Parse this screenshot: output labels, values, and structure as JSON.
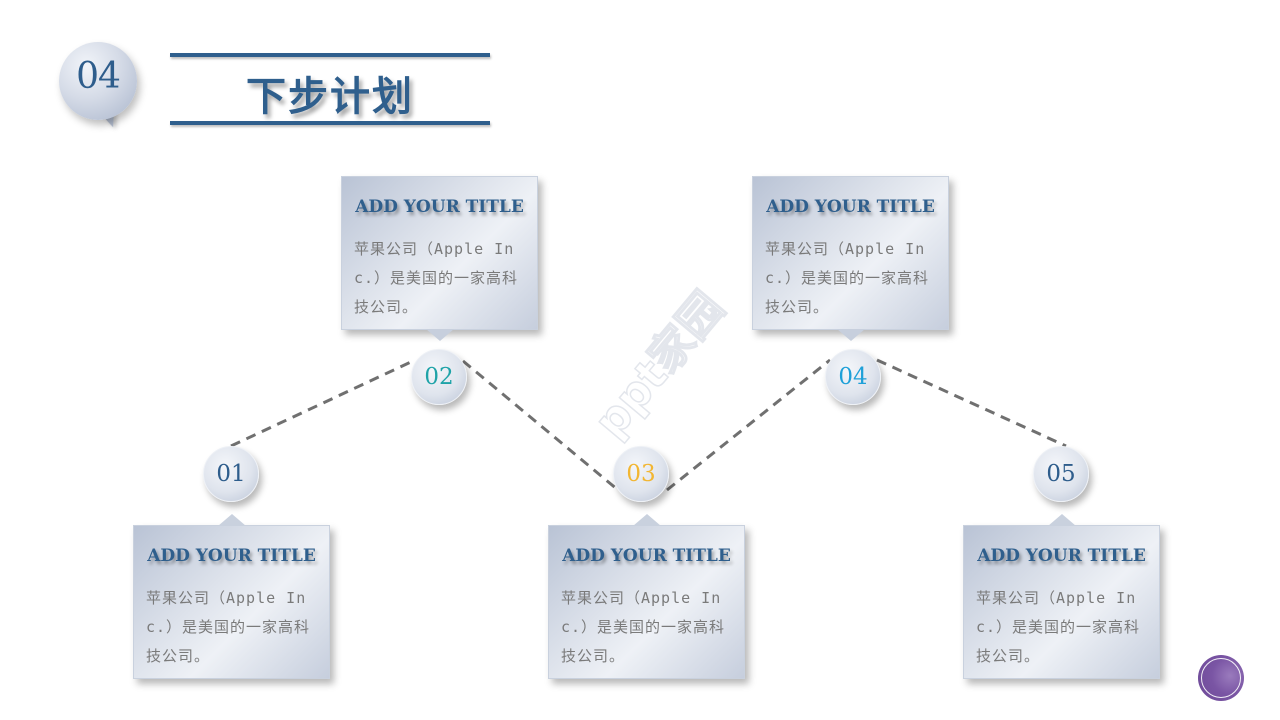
{
  "header": {
    "section_number": "04",
    "title": "下步计划"
  },
  "nodes": [
    {
      "label": "01",
      "color": "#2e5d8c"
    },
    {
      "label": "02",
      "color": "#1fa3a8"
    },
    {
      "label": "03",
      "color": "#f2b632"
    },
    {
      "label": "04",
      "color": "#1ea0d8"
    },
    {
      "label": "05",
      "color": "#2e5d8c"
    }
  ],
  "cards": [
    {
      "title": "ADD YOUR TITLE",
      "body": "苹果公司（Apple Inc.）是美国的一家高科技公司。"
    },
    {
      "title": "ADD YOUR TITLE",
      "body": "苹果公司（Apple Inc.）是美国的一家高科技公司。"
    },
    {
      "title": "ADD YOUR TITLE",
      "body": "苹果公司（Apple Inc.）是美国的一家高科技公司。"
    },
    {
      "title": "ADD YOUR TITLE",
      "body": "苹果公司（Apple Inc.）是美国的一家高科技公司。"
    },
    {
      "title": "ADD YOUR TITLE",
      "body": "苹果公司（Apple Inc.）是美国的一家高科技公司。"
    }
  ],
  "watermark": "ppt家园",
  "colors": {
    "accent": "#2f5f8d",
    "body_text": "#7a7a7a",
    "connector": "#707070",
    "logo": "#6c4896"
  }
}
